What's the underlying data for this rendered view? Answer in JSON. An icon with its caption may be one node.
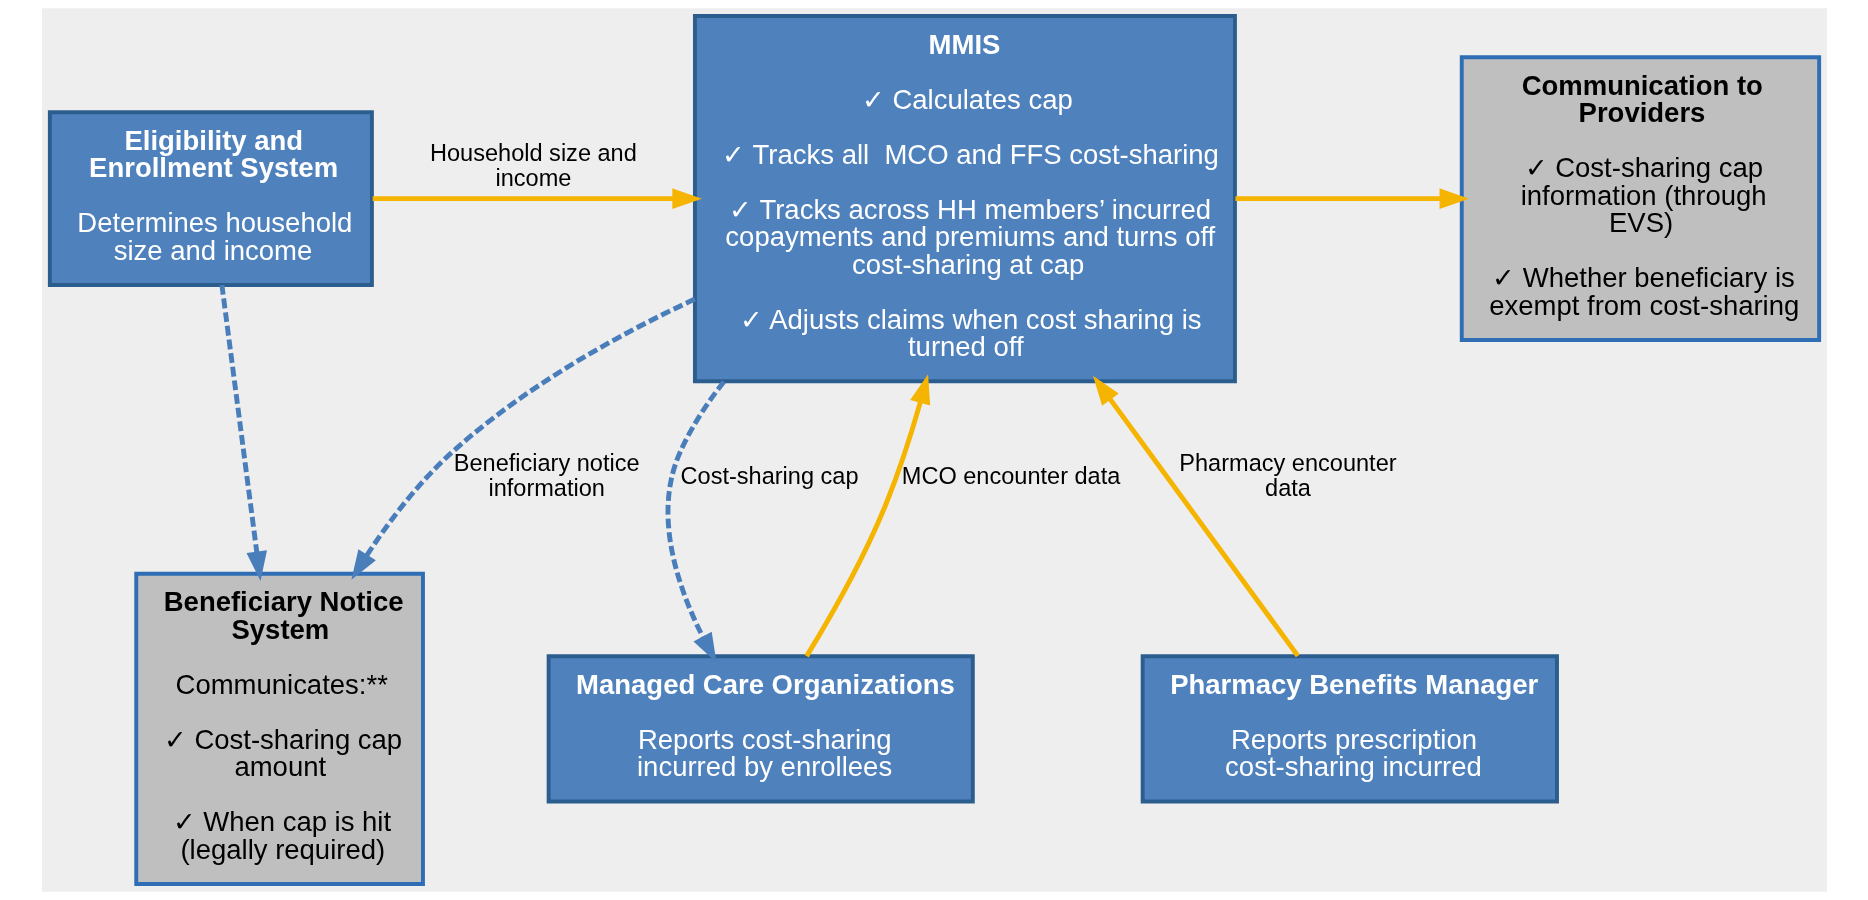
{
  "diagram": {
    "nodes": [
      {
        "text": [
          "Eligibility and Enrollment System",
          "Determines household size and income"
        ]
      },
      {
        "text": [
          "MMIS",
          "✓ Calculates cap",
          "✓ Tracks all  MCO and FFS cost-sharing",
          "✓ Tracks across HH members’ incurred copayments and premiums and turns off cost-sharing at cap",
          "✓ Adjusts claims when cost sharing is turned off"
        ]
      },
      {
        "text": [
          "Communication to Providers",
          "✓ Cost-sharing cap information (through EVS)",
          "✓ Whether beneficiary is exempt from cost-sharing"
        ]
      },
      {
        "text": [
          "Beneficiary Notice System",
          "Communicates:**",
          "✓ Cost-sharing cap amount",
          "✓ When cap is hit (legally required)"
        ]
      },
      {
        "text": [
          "Managed Care Organizations",
          "Reports cost-sharing incurred by enrollees"
        ]
      },
      {
        "text": [
          "Pharmacy Benefits Manager",
          "Reports prescription cost-sharing incurred"
        ]
      }
    ],
    "edges": [
      {
        "from": 0,
        "to": 1,
        "arrow": "to",
        "label": "Household size and income"
      },
      {
        "from": 1,
        "to": 2,
        "arrow": "to"
      },
      {
        "from": 0,
        "to": 3,
        "arrow": "to",
        "style": "dashed",
        "color": "#4a7ebb"
      },
      {
        "from": 1,
        "to": 3,
        "arrow": "to",
        "label": "Beneficiary notice information",
        "style": "dashed",
        "color": "#4a7ebb"
      },
      {
        "from": 4,
        "to": 1,
        "arrow": "to",
        "label": "MCO encounter data"
      },
      {
        "from": 1,
        "to": 4,
        "arrow": "to",
        "label": "Cost-sharing cap",
        "style": "dashed",
        "color": "#4a7ebb"
      },
      {
        "from": 5,
        "to": 1,
        "arrow": "to",
        "label": "Pharmacy encounter data"
      }
    ]
  }
}
